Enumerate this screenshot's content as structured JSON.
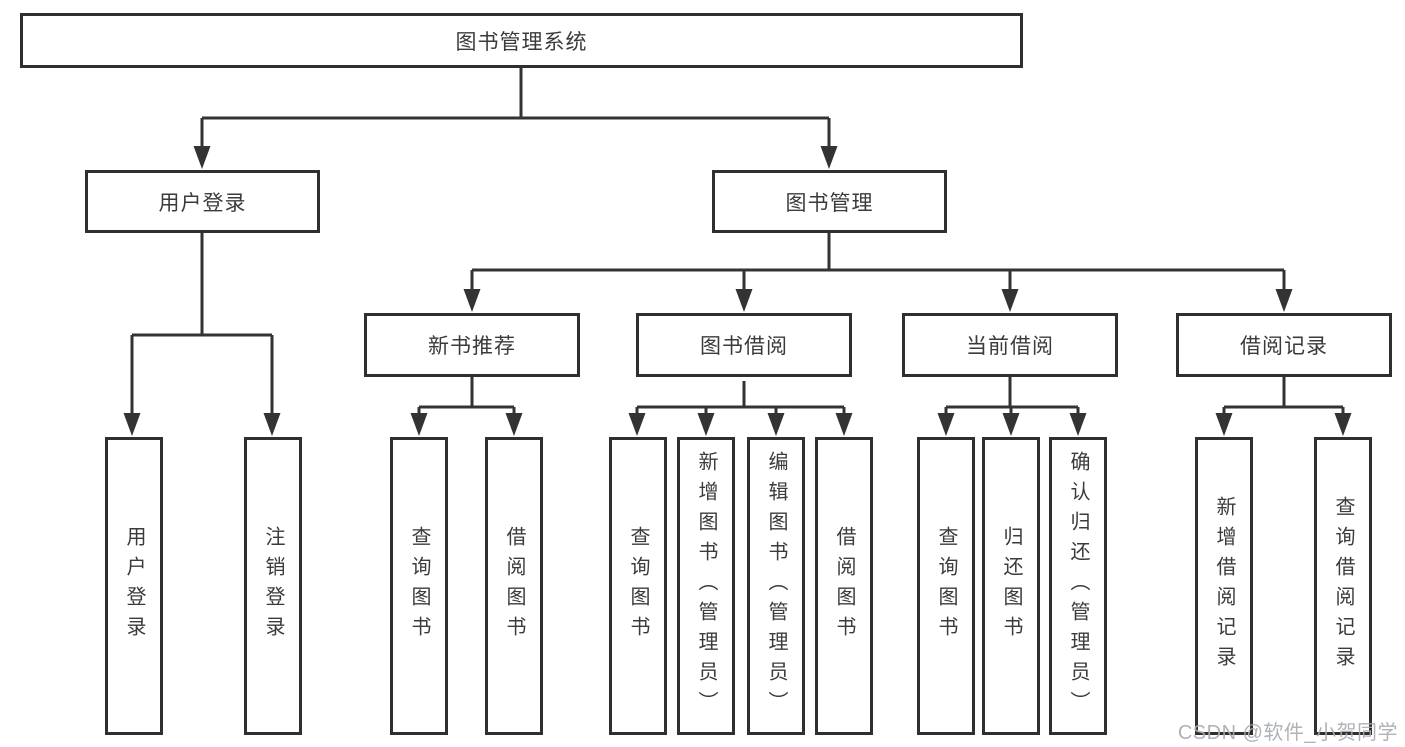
{
  "diagram": {
    "root": {
      "id": "library-management-system",
      "label": "图书管理系统"
    },
    "level1": [
      {
        "id": "user-login",
        "label": "用户登录"
      },
      {
        "id": "book-management",
        "label": "图书管理"
      }
    ],
    "level2": [
      {
        "id": "new-book-recommend",
        "label": "新书推荐",
        "parent": "book-management"
      },
      {
        "id": "book-borrow",
        "label": "图书借阅",
        "parent": "book-management"
      },
      {
        "id": "current-borrow",
        "label": "当前借阅",
        "parent": "book-management"
      },
      {
        "id": "borrow-records",
        "label": "借阅记录",
        "parent": "book-management"
      }
    ],
    "leaves": [
      {
        "id": "user-login-leaf",
        "label": "用户登录",
        "parent": "user-login"
      },
      {
        "id": "logout-leaf",
        "label": "注销登录",
        "parent": "user-login"
      },
      {
        "id": "query-books-recommend",
        "label": "查询图书",
        "parent": "new-book-recommend"
      },
      {
        "id": "borrow-books-recommend",
        "label": "借阅图书",
        "parent": "new-book-recommend"
      },
      {
        "id": "query-books-borrow",
        "label": "查询图书",
        "parent": "book-borrow"
      },
      {
        "id": "add-book-admin",
        "label": "新增图书（管理员）",
        "parent": "book-borrow"
      },
      {
        "id": "edit-book-admin",
        "label": "编辑图书（管理员）",
        "parent": "book-borrow"
      },
      {
        "id": "borrow-books-borrow",
        "label": "借阅图书",
        "parent": "book-borrow"
      },
      {
        "id": "query-books-current",
        "label": "查询图书",
        "parent": "current-borrow"
      },
      {
        "id": "return-books",
        "label": "归还图书",
        "parent": "current-borrow"
      },
      {
        "id": "confirm-return-admin",
        "label": "确认归还（管理员）",
        "parent": "current-borrow"
      },
      {
        "id": "add-borrow-record",
        "label": "新增借阅记录",
        "parent": "borrow-records"
      },
      {
        "id": "query-borrow-record",
        "label": "查询借阅记录",
        "parent": "borrow-records"
      }
    ]
  },
  "watermark": {
    "text": "CSDN @软件_小贺同学"
  },
  "colors": {
    "line": "#333333",
    "box_border": "#2f2f2f",
    "text": "#3b3b3b",
    "background": "#ffffff",
    "watermark": "#a8abb0"
  }
}
